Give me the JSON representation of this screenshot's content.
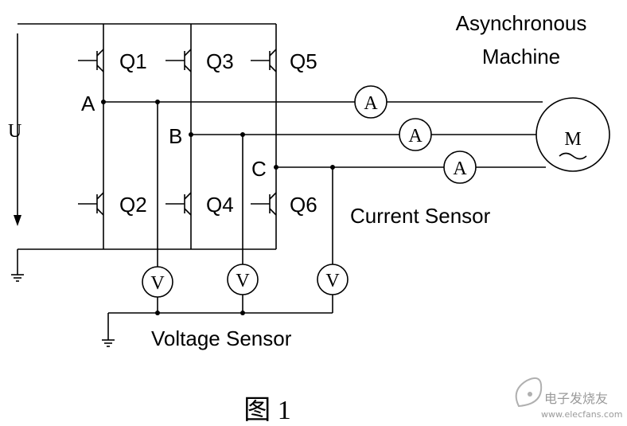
{
  "supply_label": "U",
  "switches": [
    "Q1",
    "Q3",
    "Q5",
    "Q2",
    "Q4",
    "Q6"
  ],
  "nodes": [
    "A",
    "B",
    "C"
  ],
  "machine": {
    "title_line1": "Asynchronous",
    "title_line2": "Machine",
    "symbol": "M"
  },
  "ammeter_symbol": "A",
  "voltmeter_symbol": "V",
  "current_sensor_label": "Current Sensor",
  "voltage_sensor_label": "Voltage Sensor",
  "caption": "图 1",
  "watermark": {
    "line1": "电子发烧友",
    "line2": "www.elecfans.com"
  }
}
